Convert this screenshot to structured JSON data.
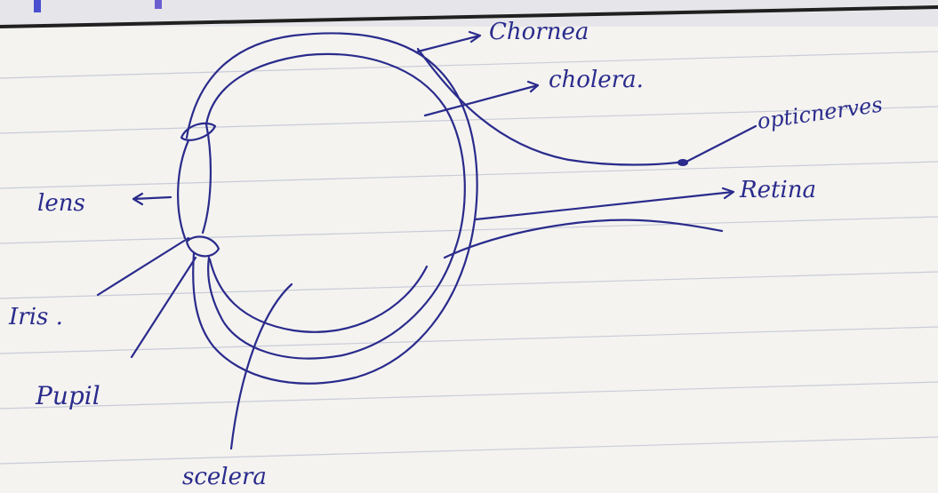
{
  "diagram": {
    "labels": {
      "chornea": "Chornea",
      "cholera": "cholera.",
      "optic_nerves": "opticnerves",
      "retina": "Retina",
      "lens": "lens",
      "iris": "Iris .",
      "pupil": "Pupil",
      "scelera": "scelera"
    }
  },
  "colors": {
    "ink": "#2a2b8c",
    "paper": "#f4f3f0",
    "rule_lines": "#c9ccd8"
  }
}
